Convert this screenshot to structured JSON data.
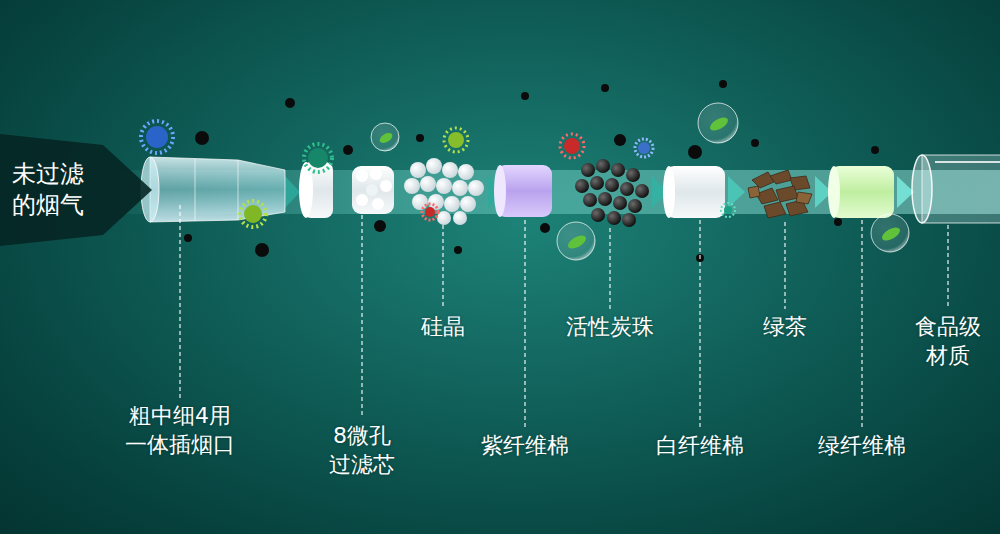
{
  "diagram": {
    "nodes": [
      {
        "text": [
          "未过滤 的烟气"
        ]
      }
    ],
    "labels": [
      "硅晶",
      "活性炭珠",
      "绿茶",
      "食品级 材质",
      "粗中细4用 一体插烟口",
      "8微孔 过滤芯",
      "紫纤维棉",
      "白纤维棉",
      "绿纤维棉"
    ]
  }
}
